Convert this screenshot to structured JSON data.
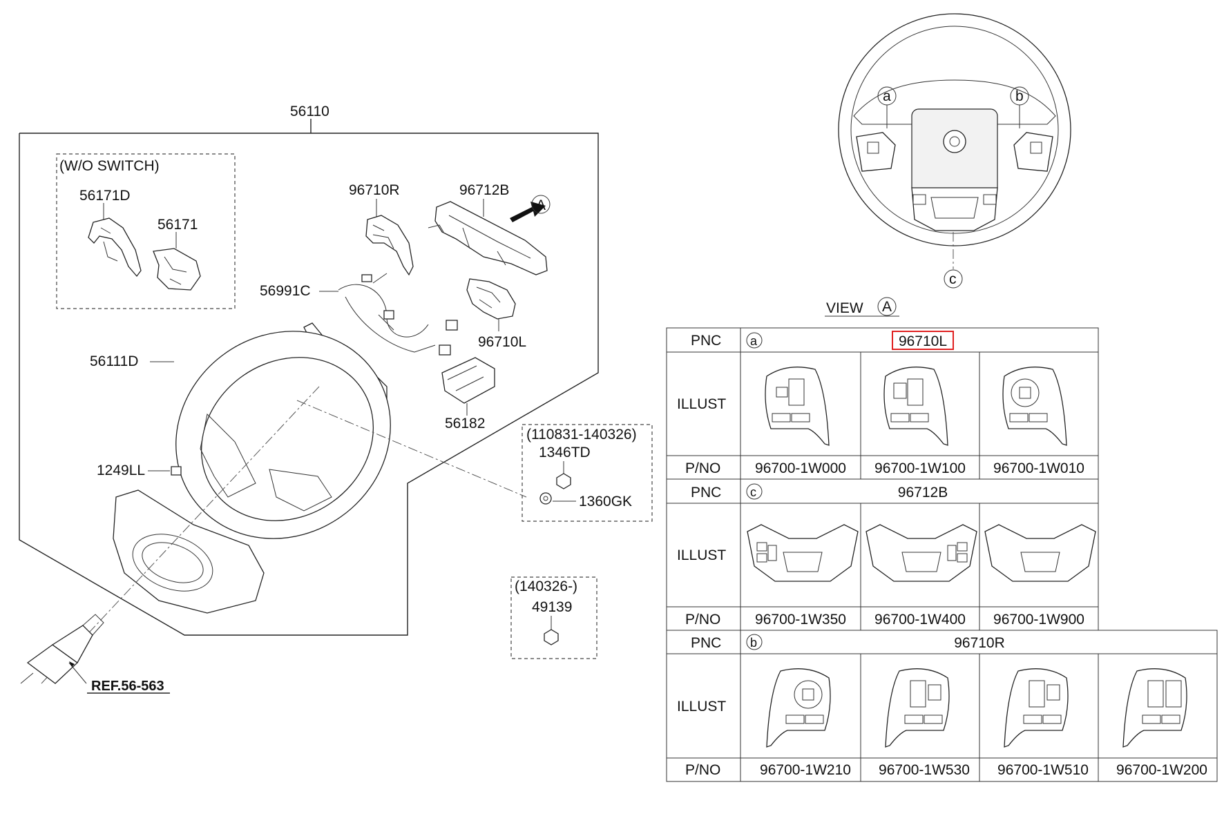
{
  "callouts": {
    "assembly": "56110",
    "wo_switch": "(W/O SWITCH)",
    "p56171D": "56171D",
    "p56171": "56171",
    "p96710R": "96710R",
    "p96712B": "96712B",
    "view_ref": "A",
    "p56991C": "56991C",
    "p96710L": "96710L",
    "p56111D": "56111D",
    "p56182": "56182",
    "date_range_1": "(110831-140326)",
    "p1346TD": "1346TD",
    "p1249LL": "1249LL",
    "p1360GK": "1360GK",
    "date_range_2": "(140326-)",
    "p49139": "49139",
    "ref": "REF.56-563"
  },
  "wheel_view": {
    "marker_a": "a",
    "marker_b": "b",
    "marker_c": "c",
    "view_label": "VIEW",
    "view_letter": "A"
  },
  "table": {
    "row_labels": {
      "pnc": "PNC",
      "illust": "ILLUST",
      "pno": "P/NO"
    },
    "sections": [
      {
        "marker": "a",
        "pnc": "96710L",
        "highlighted": true,
        "parts": [
          "96700-1W000",
          "96700-1W100",
          "96700-1W010"
        ]
      },
      {
        "marker": "c",
        "pnc": "96712B",
        "highlighted": false,
        "parts": [
          "96700-1W350",
          "96700-1W400",
          "96700-1W900"
        ]
      },
      {
        "marker": "b",
        "pnc": "96710R",
        "highlighted": false,
        "parts": [
          "96700-1W210",
          "96700-1W530",
          "96700-1W510",
          "96700-1W200"
        ]
      }
    ]
  },
  "colors": {
    "line": "#222222",
    "highlight": "#e02020",
    "background": "#ffffff"
  }
}
